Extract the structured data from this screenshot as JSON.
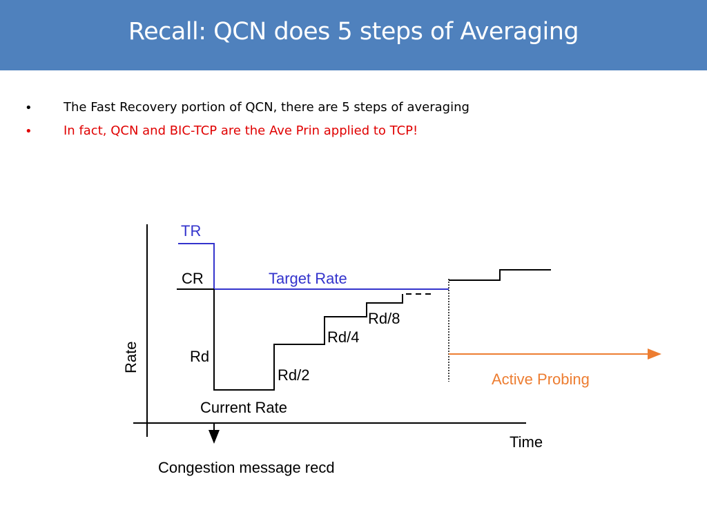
{
  "title": "Recall: QCN does 5 steps of Averaging",
  "bullets": [
    {
      "marker": "•",
      "text": "The Fast Recovery portion of QCN, there are 5 steps of averaging",
      "color": "#000000"
    },
    {
      "marker": "•",
      "text": "In fact, QCN and BIC-TCP are the Ave Prin applied to TCP!",
      "color": "#e00000"
    }
  ],
  "diagram": {
    "labels": {
      "tr": "TR",
      "cr": "CR",
      "target_rate": "Target Rate",
      "rd": "Rd",
      "rd2": "Rd/2",
      "rd4": "Rd/4",
      "rd8": "Rd/8",
      "current_rate": "Current Rate",
      "rate_axis": "Rate",
      "time_axis": "Time",
      "active_probing": "Active Probing",
      "congestion": "Congestion message recd"
    },
    "colors": {
      "target": "#3333cc",
      "probing": "#ed7d31",
      "line": "#000000",
      "title_bar": "#4f81bd"
    }
  }
}
